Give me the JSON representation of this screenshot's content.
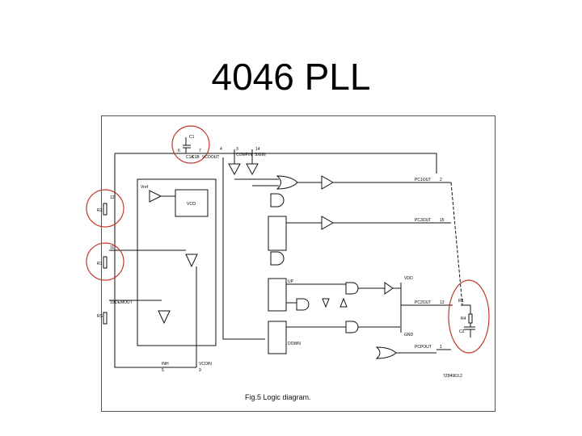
{
  "slide": {
    "title": "4046 PLL"
  },
  "diagram": {
    "caption": "Fig.5 Logic diagram.",
    "code": "7Z84963.2",
    "blocks": {
      "vco": "VCO"
    },
    "pins": {
      "c1a": "C1A",
      "c1b": "C1B",
      "c1": "C1",
      "vco_out": "VCOOUT",
      "comp_in": "COMPIN",
      "sig_in": "SIGIN",
      "vref": "Vref",
      "r2": "R2",
      "r1": "R1",
      "rs": "RS",
      "pc1_out": "PC1OUT",
      "pc2_out": "PC2OUT",
      "pc3_out": "PC3OUT",
      "pcp_out": "PCPOUT",
      "dem_out": "DEMOUT",
      "inh": "INH",
      "vco_in": "VCOIN",
      "vdd": "VDD",
      "gnd": "GND",
      "r3": "R3",
      "r4": "R4",
      "c2": "C2",
      "up": "UP",
      "down": "DOWN"
    },
    "pin_numbers": {
      "p6": "6",
      "p7": "7",
      "p4": "4",
      "p3": "3",
      "p14": "14",
      "p12": "12",
      "p11": "11",
      "p10": "10",
      "p5": "5",
      "p9": "9",
      "p2": "2",
      "p15": "15",
      "p13": "13",
      "p1": "1"
    }
  }
}
